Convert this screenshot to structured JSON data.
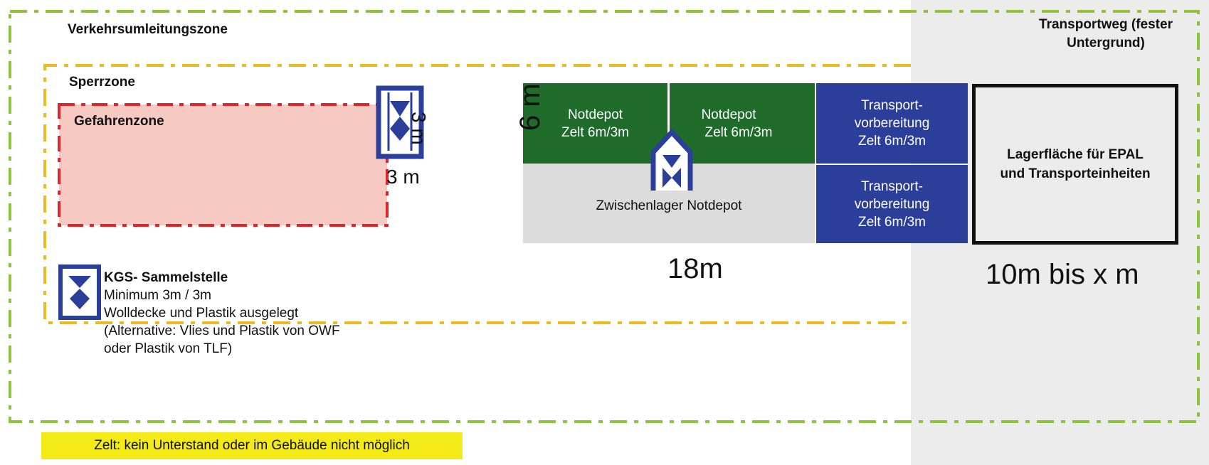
{
  "zones": {
    "traffic_diversion": "Verkehrsumleitungszone",
    "transport_route": "Transportweg (fester Untergrund)",
    "restricted": "Sperrzone",
    "danger": "Gefahrenzone"
  },
  "collection_point": {
    "title": "KGS- Sammelstelle",
    "line1": "Minimum 3m / 3m",
    "line2": "Wolldecke und Plastik ausgelegt",
    "line3": "(Alternative: Vlies und Plastik von OWF",
    "line4": "oder Plastik von TLF)"
  },
  "dimensions": {
    "icon_height": "3 m",
    "icon_width": "3 m",
    "tent_height": "6 m",
    "tent_row_width": "18m",
    "storage_width": "10m bis x m"
  },
  "tents": {
    "depot_1": {
      "line1": "Notdepot",
      "line2": "Zelt 6m/3m"
    },
    "depot_2": {
      "line1": "Notdepot",
      "line2": "Zelt 6m/3m"
    },
    "intermediate": "Zwischenlager Notdepot",
    "transport_1": {
      "line1": "Transport-",
      "line2": "vorbereitung",
      "line3": "Zelt 6m/3m"
    },
    "transport_2": {
      "line1": "Transport-",
      "line2": "vorbereitung",
      "line3": "Zelt 6m/3m"
    }
  },
  "storage": {
    "line1": "Lagerfläche für EPAL",
    "line2": "und Transporteinheiten"
  },
  "note": "Zelt: kein Unterstand oder im Gebäude nicht möglich",
  "colors": {
    "green_tent": "#1e6b2a",
    "blue_tent": "#2b3f9a",
    "danger_fill": "#f7c9c3",
    "danger_border": "#e0262b",
    "restricted_border": "#f0b821",
    "traffic_border": "#8cc43c",
    "grey_area": "#ececec",
    "note_bg": "#f4ea18"
  },
  "icons": [
    "kgs-protection-sign-icon"
  ]
}
